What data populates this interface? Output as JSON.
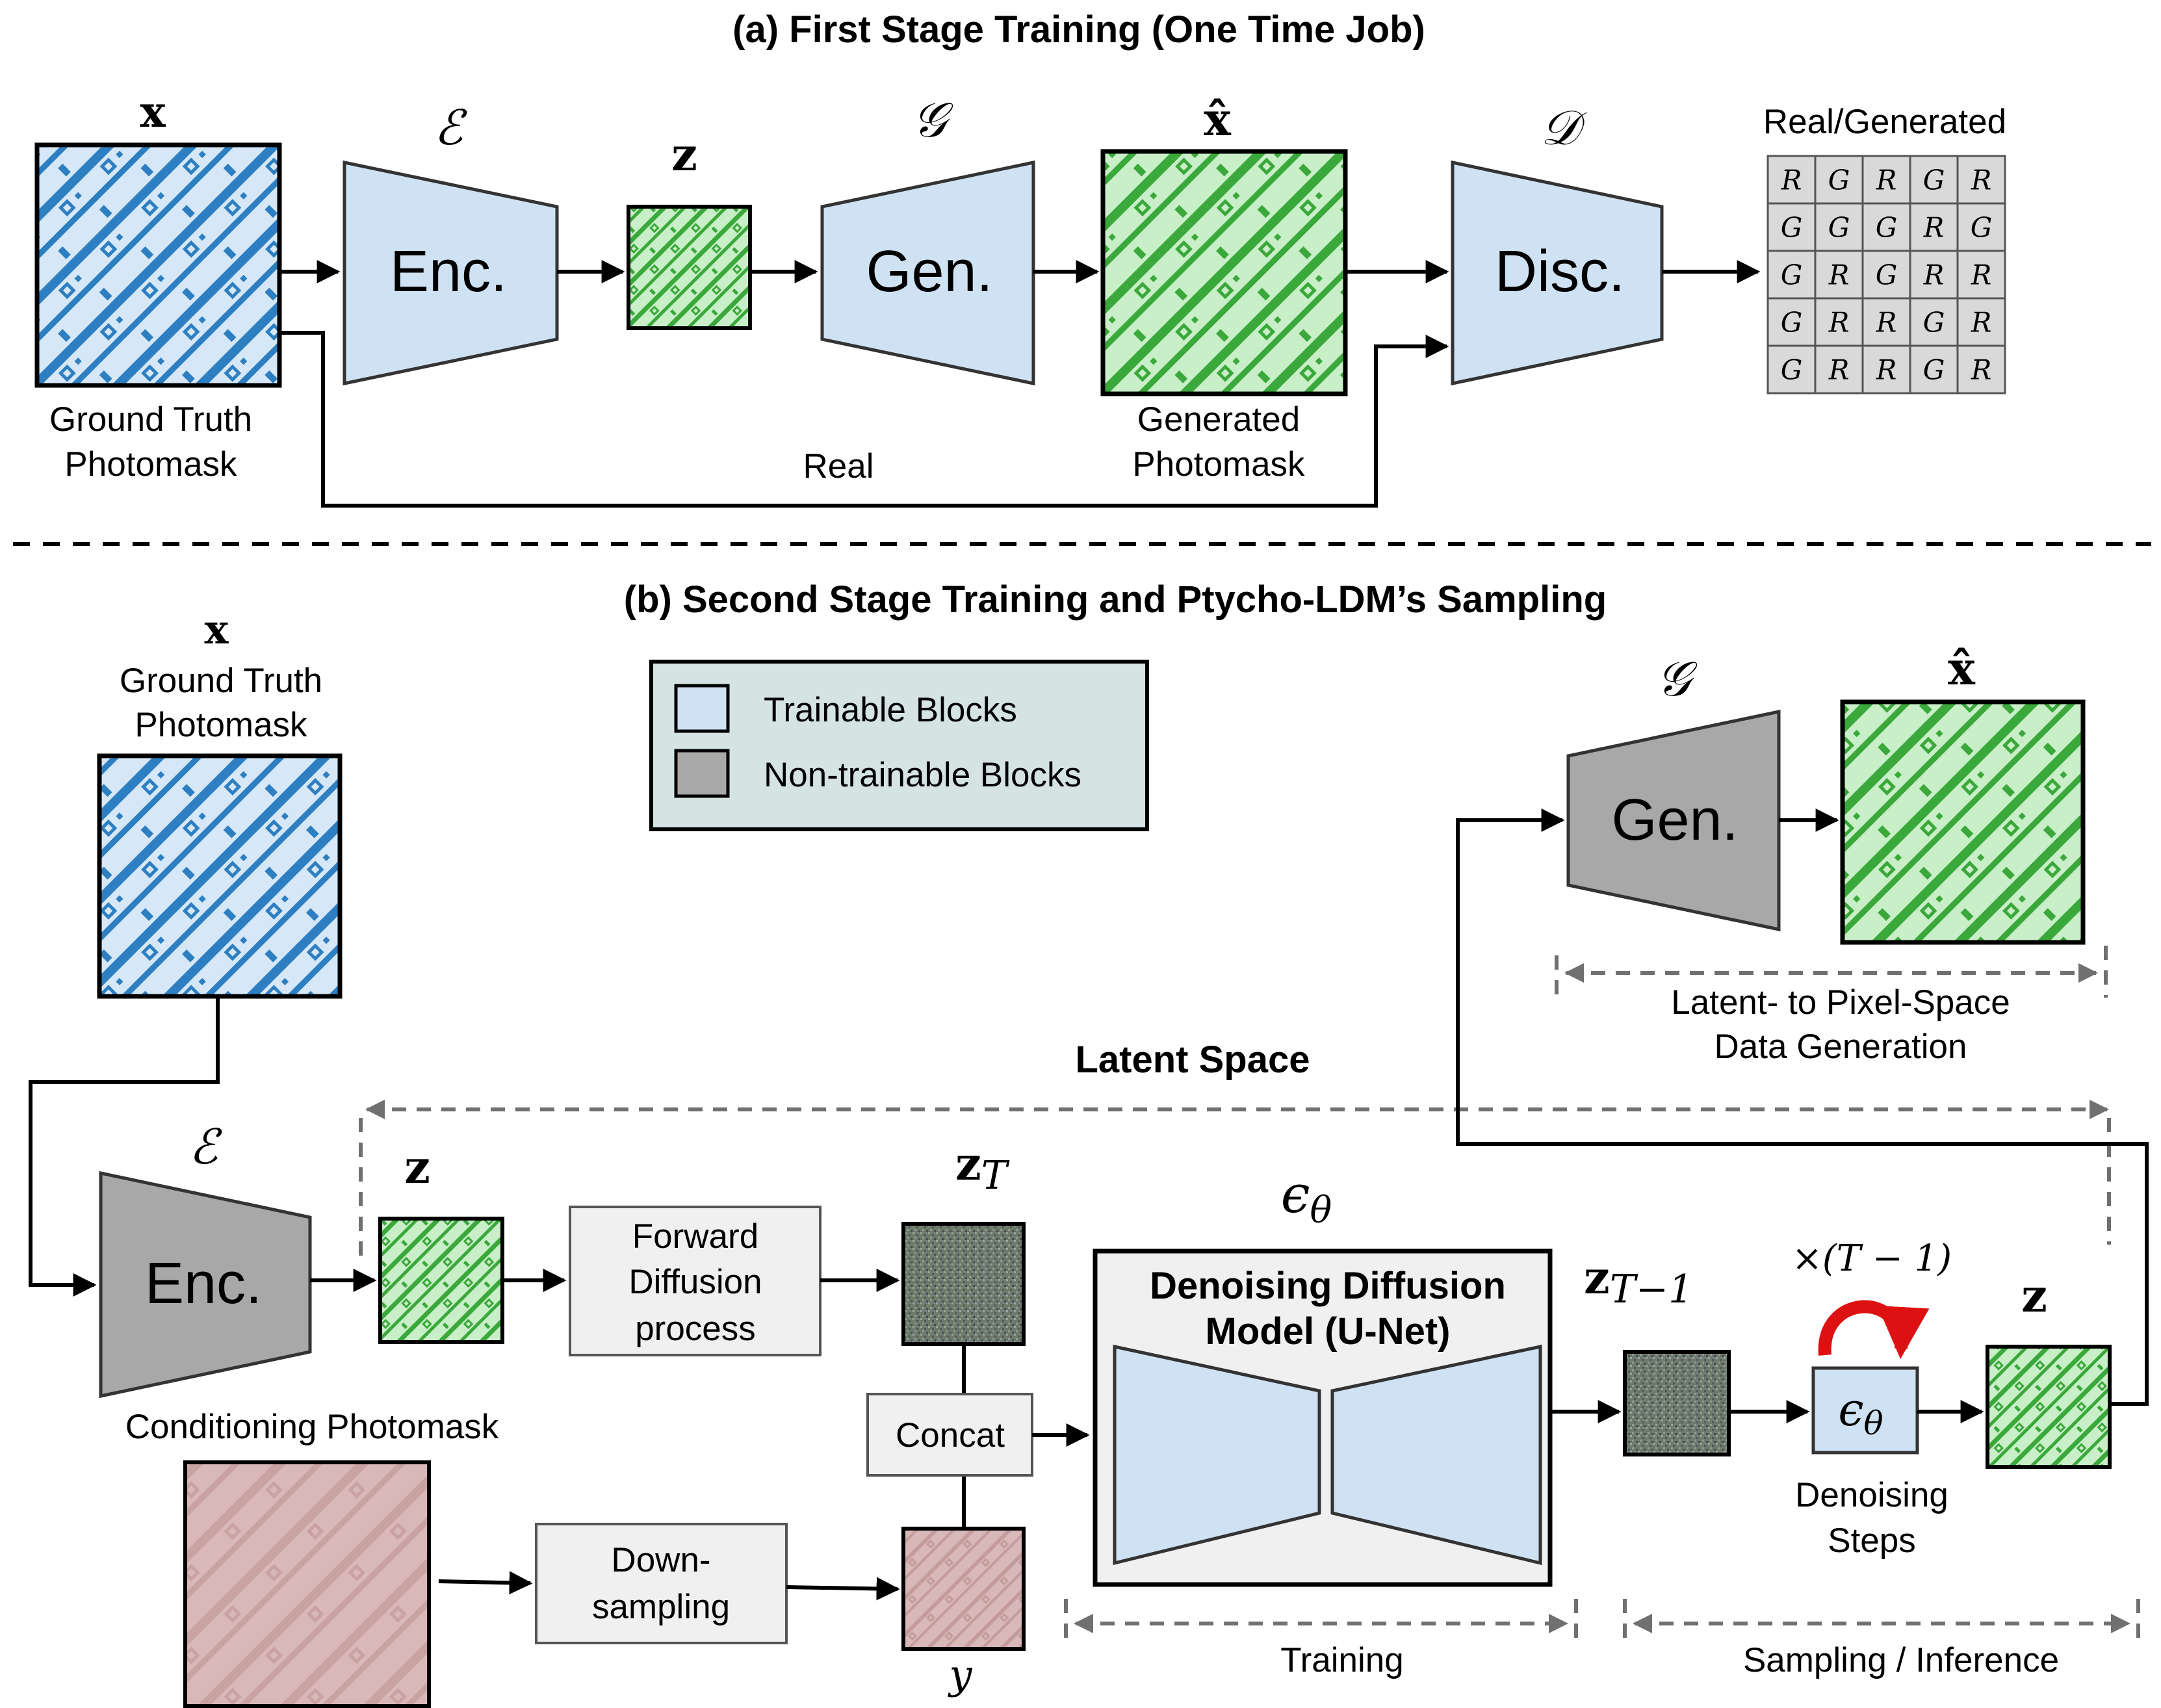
{
  "section_a": {
    "title": "(a) First Stage Training (One Time Job)",
    "x_label": "x",
    "x_caption_1": "Ground Truth",
    "x_caption_2": "Photomask",
    "encoder_symbol": "ℰ",
    "encoder_label": "Enc.",
    "z_label": "z",
    "generator_symbol": "𝒢",
    "generator_label": "Gen.",
    "xhat_label": "x̂",
    "xhat_caption_1": "Generated",
    "xhat_caption_2": "Photomask",
    "disc_symbol": "𝒟",
    "disc_label": "Disc.",
    "real_path_label": "Real",
    "output_title": "Real/Generated",
    "output_grid": [
      [
        "R",
        "G",
        "R",
        "G",
        "R"
      ],
      [
        "G",
        "G",
        "G",
        "R",
        "G"
      ],
      [
        "G",
        "R",
        "G",
        "R",
        "R"
      ],
      [
        "G",
        "R",
        "R",
        "G",
        "R"
      ],
      [
        "G",
        "R",
        "R",
        "G",
        "R"
      ]
    ]
  },
  "section_b": {
    "title": "(b) Second Stage Training and Ptycho-LDM’s Sampling",
    "x_label": "x",
    "x_caption_1": "Ground Truth",
    "x_caption_2": "Photomask",
    "legend": {
      "trainable": "Trainable Blocks",
      "non_trainable": "Non-trainable Blocks"
    },
    "encoder_symbol": "ℰ",
    "encoder_label": "Enc.",
    "conditioning_label": "Conditioning Photomask",
    "z_label": "z",
    "forward_diffusion": [
      "Forward",
      "Diffusion",
      "process"
    ],
    "zT_base": "z",
    "zT_sub": "T",
    "concat_label": "Concat",
    "downsampling": [
      "Down-",
      "sampling"
    ],
    "y_label": "y",
    "eps_symbol": "ϵ",
    "eps_sub": "θ",
    "unet_title_1": "Denoising Diffusion",
    "unet_title_2": "Model (U-Net)",
    "zT1_base": "z",
    "zT1_sub": "T−1",
    "repeat_label": "×(T − 1)",
    "denoise_caption_1": "Denoising",
    "denoise_caption_2": "Steps",
    "z_out_label": "z",
    "generator_symbol": "𝒢",
    "generator_label": "Gen.",
    "xhat_label": "x̂",
    "latent_to_pixel_1": "Latent- to Pixel-Space",
    "latent_to_pixel_2": "Data Generation",
    "latent_space_label": "Latent Space",
    "training_label": "Training",
    "sampling_label": "Sampling / Inference"
  },
  "colors": {
    "trainable": "#cfe2f3",
    "non_trainable": "#a8a8a8",
    "ground_truth_fill": "#d6e8f7",
    "ground_truth_pattern": "#2e7fc1",
    "generated_fill": "#c8efc8",
    "generated_pattern": "#3aa83a",
    "conditioning_fill": "#d8b8b8",
    "noise": "#6e7a6e",
    "legend_bg": "#d5e3e3",
    "red_arrow": "#dd1111"
  }
}
